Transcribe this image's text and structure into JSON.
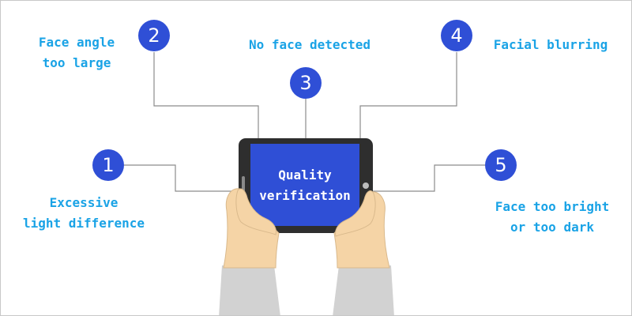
{
  "colors": {
    "accent": "#1aa3e6",
    "badge": "#2f4fd6",
    "screen": "#2f4fd6",
    "tablet": "#2e2e2e",
    "connector": "#8c8c8c"
  },
  "center": {
    "line1": "Quality",
    "line2": "verification"
  },
  "issues": [
    {
      "number": "1",
      "line1": "Excessive",
      "line2": "light difference"
    },
    {
      "number": "2",
      "line1": "Face angle",
      "line2": "too large"
    },
    {
      "number": "3",
      "line1": "No face detected",
      "line2": ""
    },
    {
      "number": "4",
      "line1": "Facial blurring",
      "line2": ""
    },
    {
      "number": "5",
      "line1": "Face too bright",
      "line2": "or too dark"
    }
  ]
}
